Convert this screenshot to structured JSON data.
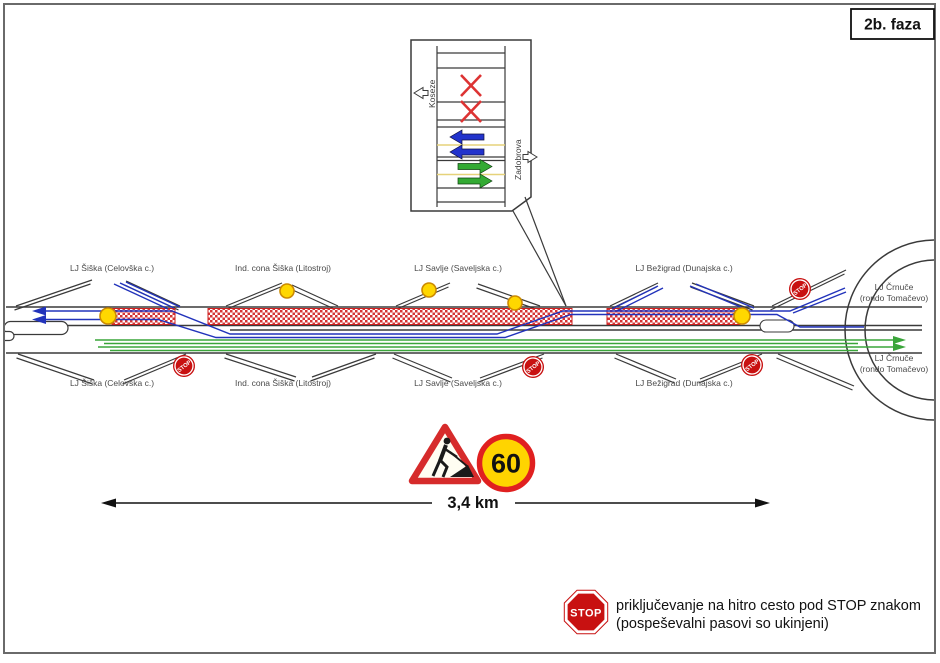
{
  "phase_label": "2b. faza",
  "inset": {
    "destination_left": "Koseze",
    "destination_right": "Zadobrova"
  },
  "interchanges": [
    {
      "label": "LJ Šiška (Celovška c.)"
    },
    {
      "label": "Ind. cona Šiška (Litostroj)"
    },
    {
      "label": "LJ Savlje (Saveljska c.)"
    },
    {
      "label": "LJ Bežigrad (Dunajska c.)"
    }
  ],
  "roundabout": {
    "label_line1": "LJ Črnuče",
    "label_line2": "(rondo Tomačevo)"
  },
  "signs": {
    "stop_text": "STOP",
    "speed_limit_value": "60"
  },
  "distance_label": "3,4 km",
  "legend": {
    "line1": "priključevanje na hitro cesto pod STOP znakom",
    "line2": "(pospeševalni pasovi so ukinjeni)"
  },
  "colors": {
    "work_zone_red": "#d63434",
    "route_blue": "#2233bb",
    "route_green": "#3aa53a",
    "signal_yellow": "#ffd700",
    "stop_red": "#c81111",
    "sign_yellow": "#ffd400"
  }
}
